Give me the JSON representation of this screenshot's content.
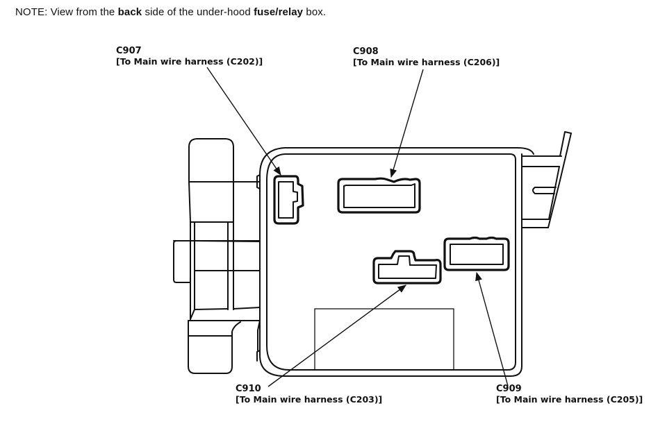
{
  "note": {
    "prefix": "NOTE:  View from the ",
    "emph1": "back",
    "middle": " side of the under-hood ",
    "emph2": "fuse/relay",
    "suffix": " box."
  },
  "diagram": {
    "subject": "under-hood fuse/relay box (back side)",
    "connectors": [
      {
        "id": "C907",
        "description": "[To Main wire harness (C202)]"
      },
      {
        "id": "C908",
        "description": "[To Main wire harness (C206)]"
      },
      {
        "id": "C910",
        "description": "[To Main wire harness (C203)]"
      },
      {
        "id": "C909",
        "description": "[To Main wire harness (C205)]"
      }
    ]
  }
}
